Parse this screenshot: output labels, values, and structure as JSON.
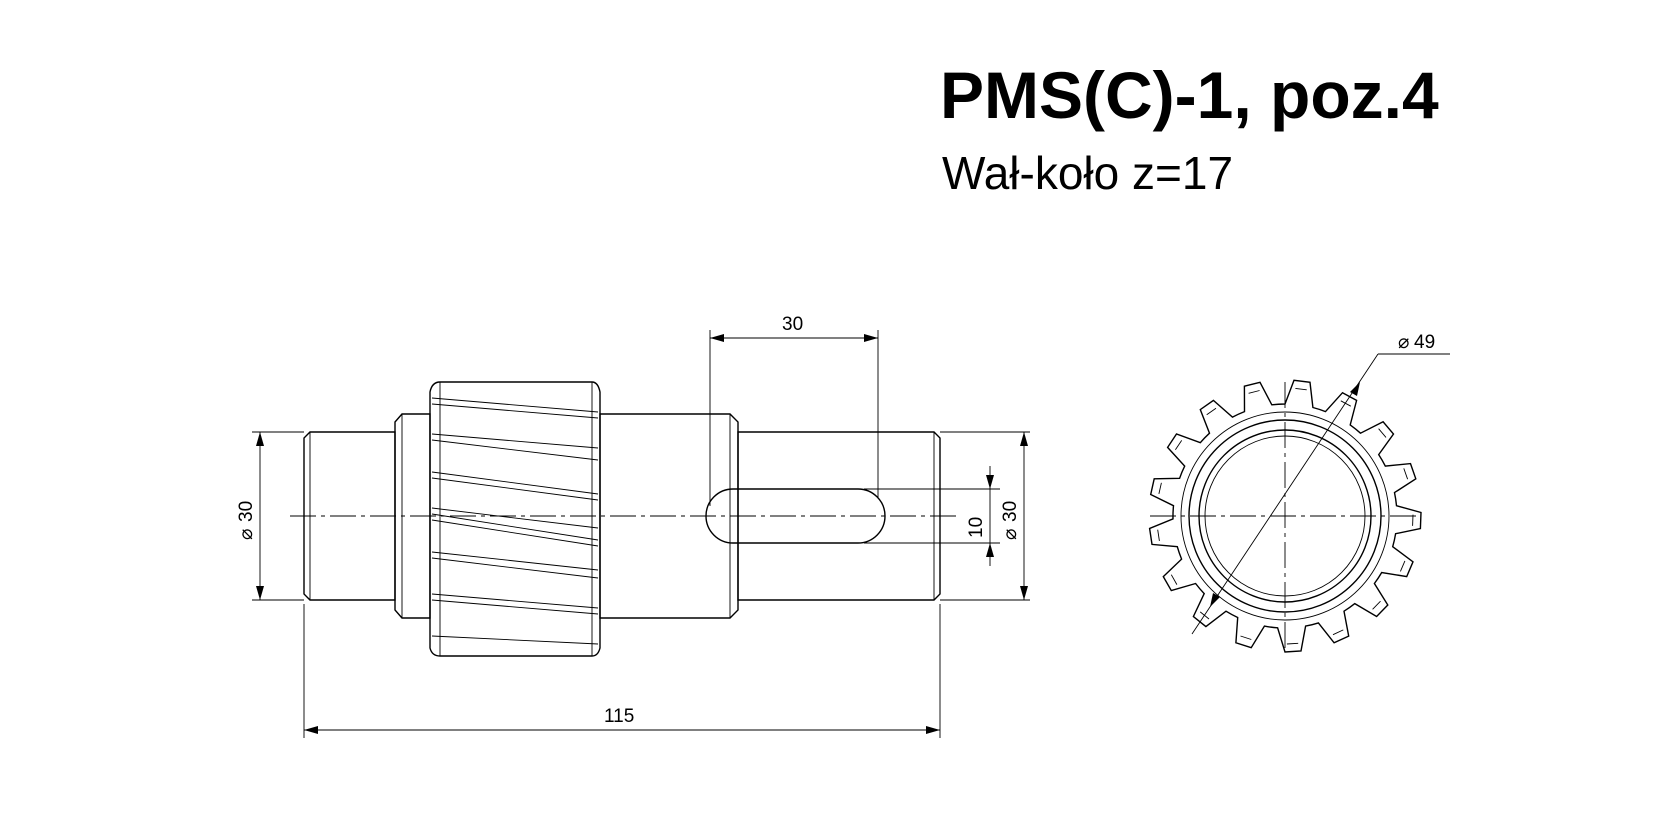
{
  "header": {
    "title": "PMS(C)-1, poz.4",
    "subtitle": "Wał-koło z=17"
  },
  "dimensions": {
    "keyway_length": "30",
    "overall_length": "115",
    "shaft_diameter_left": "30",
    "shaft_diameter_right": "30",
    "keyway_width": "10",
    "gear_diameter": "49"
  },
  "symbols": {
    "diameter": "⌀"
  },
  "gear": {
    "teeth_count": 17
  }
}
